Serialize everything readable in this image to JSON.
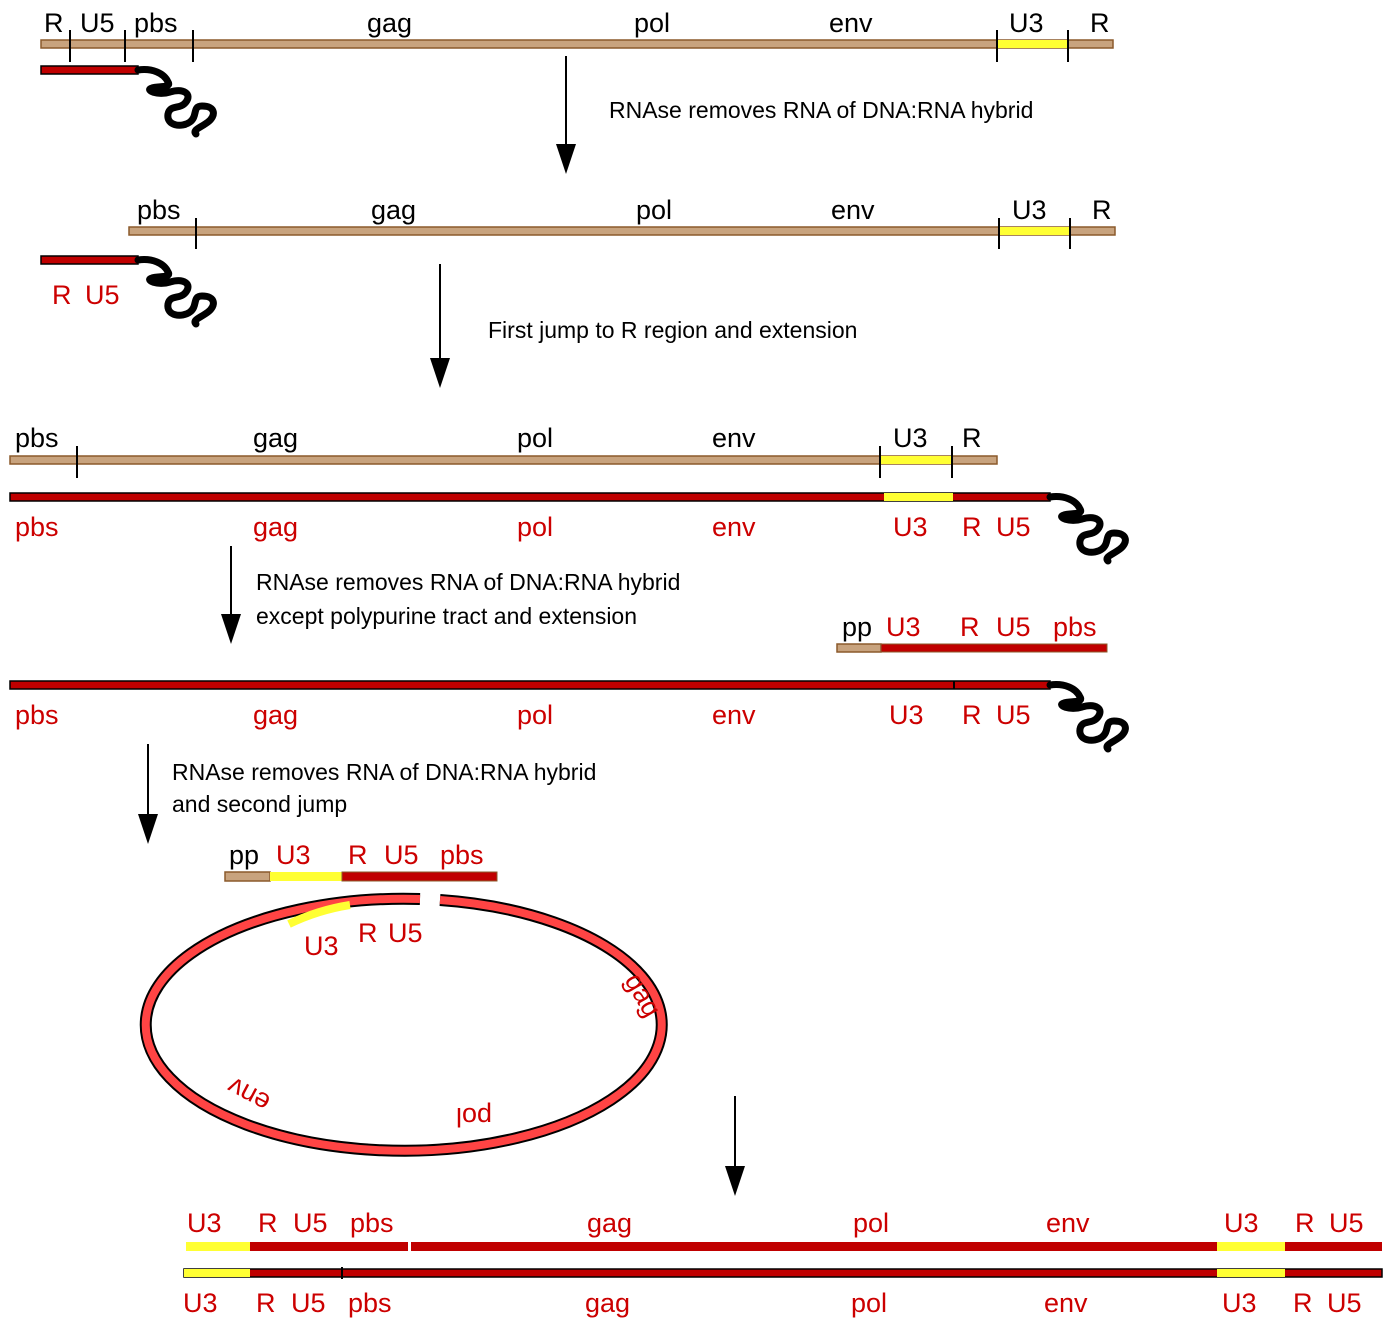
{
  "colors": {
    "rna": "#c8a37e",
    "rna_outline": "#8b5a2b",
    "dna": "#c00000",
    "dna_ring_fill": "#ff4444",
    "u3_highlight": "#ffff33",
    "label_black": "#000000",
    "label_red": "#cc0000"
  },
  "stage1": {
    "rna_labels": [
      "R",
      "U5",
      "pbs",
      "gag",
      "pol",
      "env",
      "U3",
      "R"
    ],
    "note": "RNAse removes RNA of DNA:RNA hybrid"
  },
  "stage2": {
    "rna_labels": [
      "pbs",
      "gag",
      "pol",
      "env",
      "U3",
      "R"
    ],
    "dna_labels": [
      "R",
      "U5"
    ],
    "note": "First jump to R region and extension"
  },
  "stage3": {
    "rna_labels": [
      "pbs",
      "gag",
      "pol",
      "env",
      "U3",
      "R"
    ],
    "dna_labels": [
      "pbs",
      "gag",
      "pol",
      "env",
      "U3",
      "R",
      "U5"
    ],
    "note_line1": "RNAse removes   RNA of   DNA:RNA hybrid",
    "note_line2": "except   polypurine   tract and extension"
  },
  "stage4": {
    "fragment_labels": [
      "pp",
      "U3",
      "R",
      "U5",
      "pbs"
    ],
    "dna_labels": [
      "pbs",
      "gag",
      "pol",
      "env",
      "U3",
      "R",
      "U5"
    ],
    "note_line1": "RNAse removes   RNA of  DNA:RNA hybrid",
    "note_line2": "and second jump"
  },
  "stage5": {
    "fragment_labels": [
      "pp",
      "U3",
      "R",
      "U5",
      "pbs"
    ],
    "ring_labels": [
      "U3",
      "R",
      "U5",
      "gag",
      "pol",
      "env"
    ]
  },
  "stage6": {
    "top_labels": [
      "U3",
      "R",
      "U5",
      "pbs",
      "gag",
      "pol",
      "env",
      "U3",
      "R",
      "U5"
    ],
    "bottom_labels": [
      "U3",
      "R",
      "U5",
      "pbs",
      "gag",
      "pol",
      "env",
      "U3",
      "R",
      "U5"
    ]
  }
}
